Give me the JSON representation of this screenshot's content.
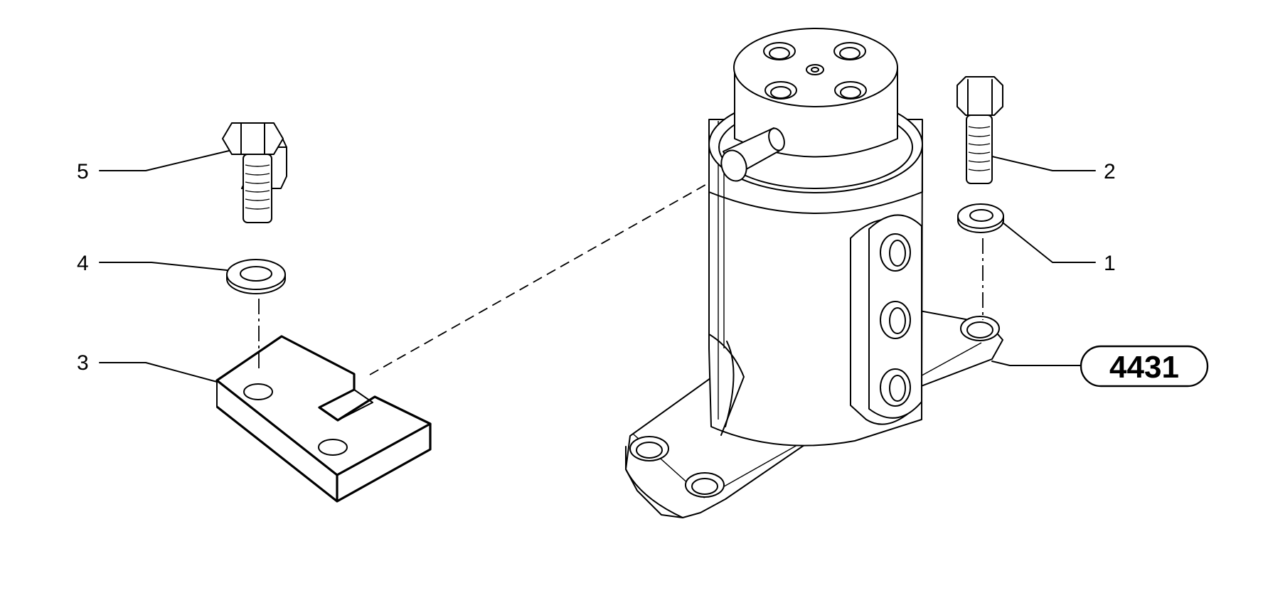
{
  "callouts": [
    {
      "id": "c5",
      "text": "5"
    },
    {
      "id": "c4",
      "text": "4"
    },
    {
      "id": "c3",
      "text": "3"
    },
    {
      "id": "c2",
      "text": "2"
    },
    {
      "id": "c1",
      "text": "1"
    }
  ],
  "reference_badge": {
    "text": "4431"
  }
}
